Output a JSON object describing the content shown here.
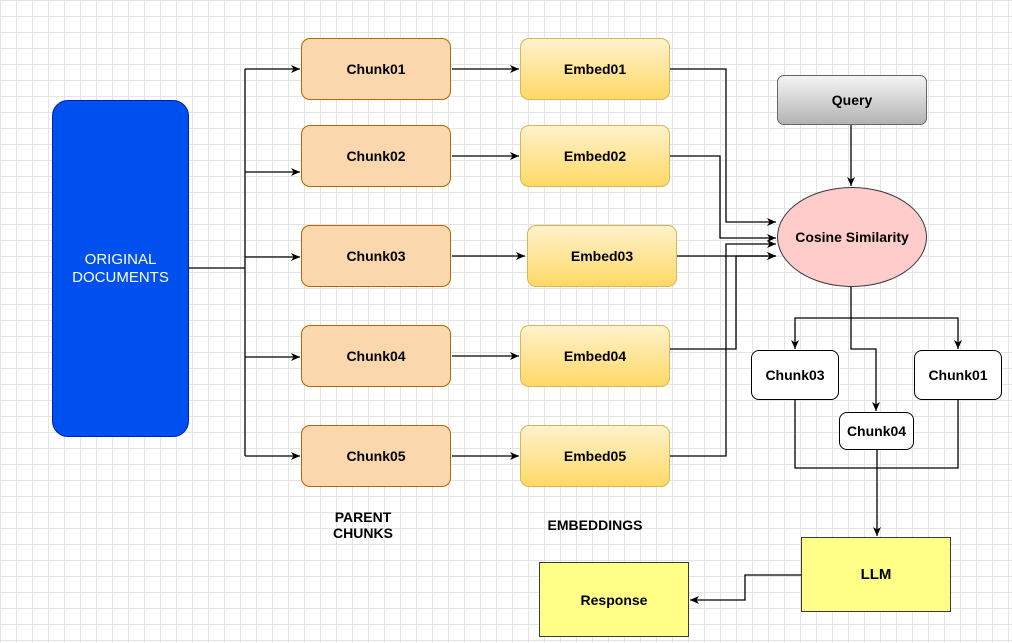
{
  "nodes": {
    "original": "ORIGINAL DOCUMENTS",
    "chunks": [
      "Chunk01",
      "Chunk02",
      "Chunk03",
      "Chunk04",
      "Chunk05"
    ],
    "embeds": [
      "Embed01",
      "Embed02",
      "Embed03",
      "Embed04",
      "Embed05"
    ],
    "query": "Query",
    "cosine": "Cosine Similarity",
    "results": [
      "Chunk03",
      "Chunk04",
      "Chunk01"
    ],
    "llm": "LLM",
    "response": "Response"
  },
  "labels": {
    "parent_chunks": "PARENT CHUNKS",
    "embeddings": "EMBEDDINGS"
  }
}
